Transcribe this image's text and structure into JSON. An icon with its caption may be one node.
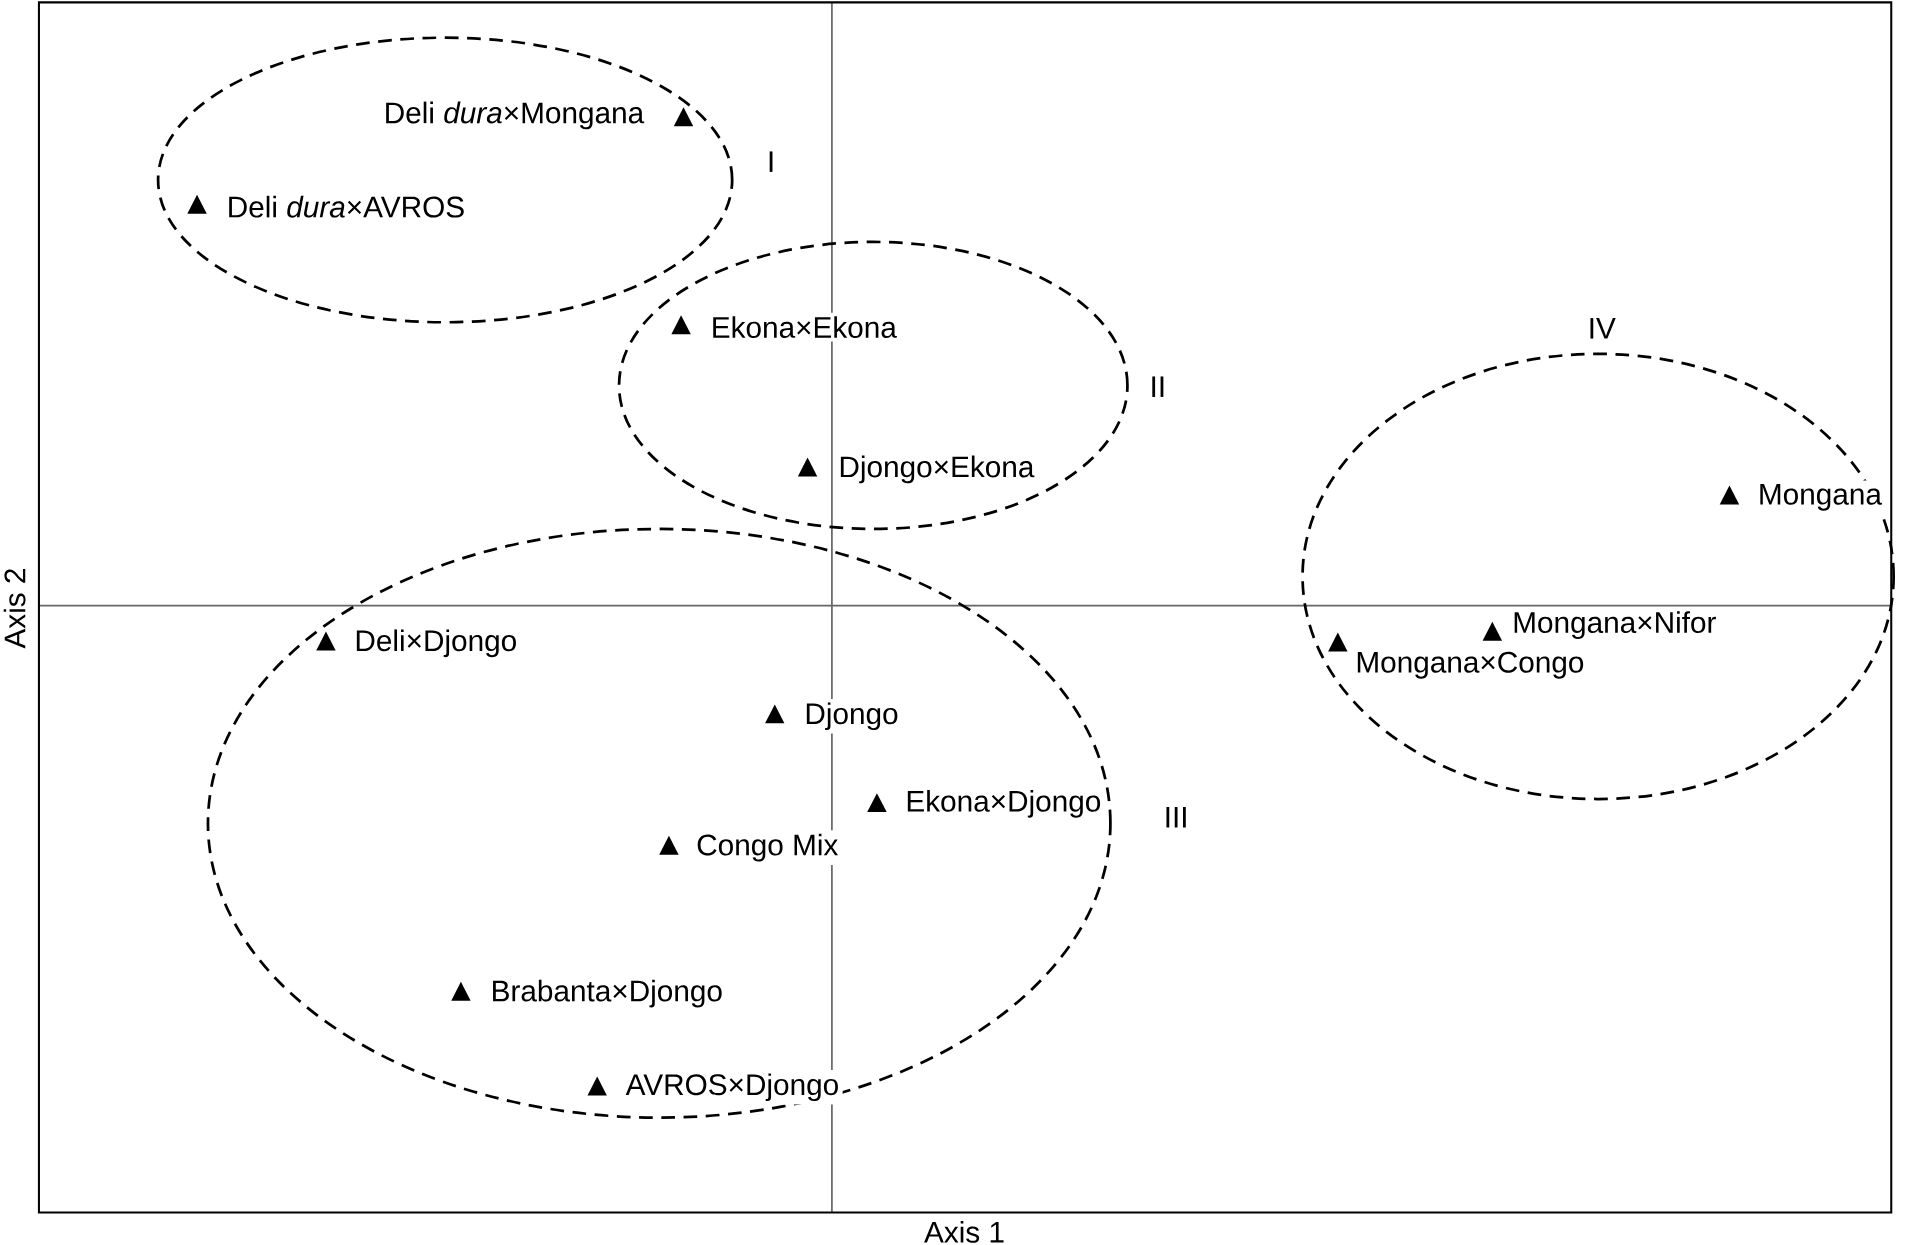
{
  "diagram": {
    "nodes": [
      {
        "text": [
          "I"
        ]
      },
      {
        "text": [
          "Deli *dura*×Mongana"
        ],
        "in": 0
      },
      {
        "text": [
          "Deli *dura*×AVROS"
        ],
        "in": 0
      },
      {
        "text": [
          "II"
        ]
      },
      {
        "text": [
          "Ekona×Ekona"
        ],
        "in": 3
      },
      {
        "text": [
          "Djongo×Ekona"
        ],
        "in": 3
      },
      {
        "text": [
          "III"
        ]
      },
      {
        "text": [
          "Deli×Djongo"
        ],
        "in": 6
      },
      {
        "text": [
          "Djongo"
        ],
        "in": 6
      },
      {
        "text": [
          "Ekona×Djongo"
        ],
        "in": 6
      },
      {
        "text": [
          "Congo Mix"
        ],
        "in": 6
      },
      {
        "text": [
          "Brabanta×Djongo"
        ],
        "in": 6
      },
      {
        "text": [
          "AVROS×Djongo"
        ],
        "in": 6
      },
      {
        "text": [
          "IV"
        ]
      },
      {
        "text": [
          "Mongana"
        ],
        "in": 13
      },
      {
        "text": [
          "Mongana×Nifor"
        ],
        "in": 13
      },
      {
        "text": [
          "Mongana×Congo"
        ],
        "in": 13
      }
    ],
    "labels": [
      "Axis 1",
      "Axis 2"
    ]
  }
}
